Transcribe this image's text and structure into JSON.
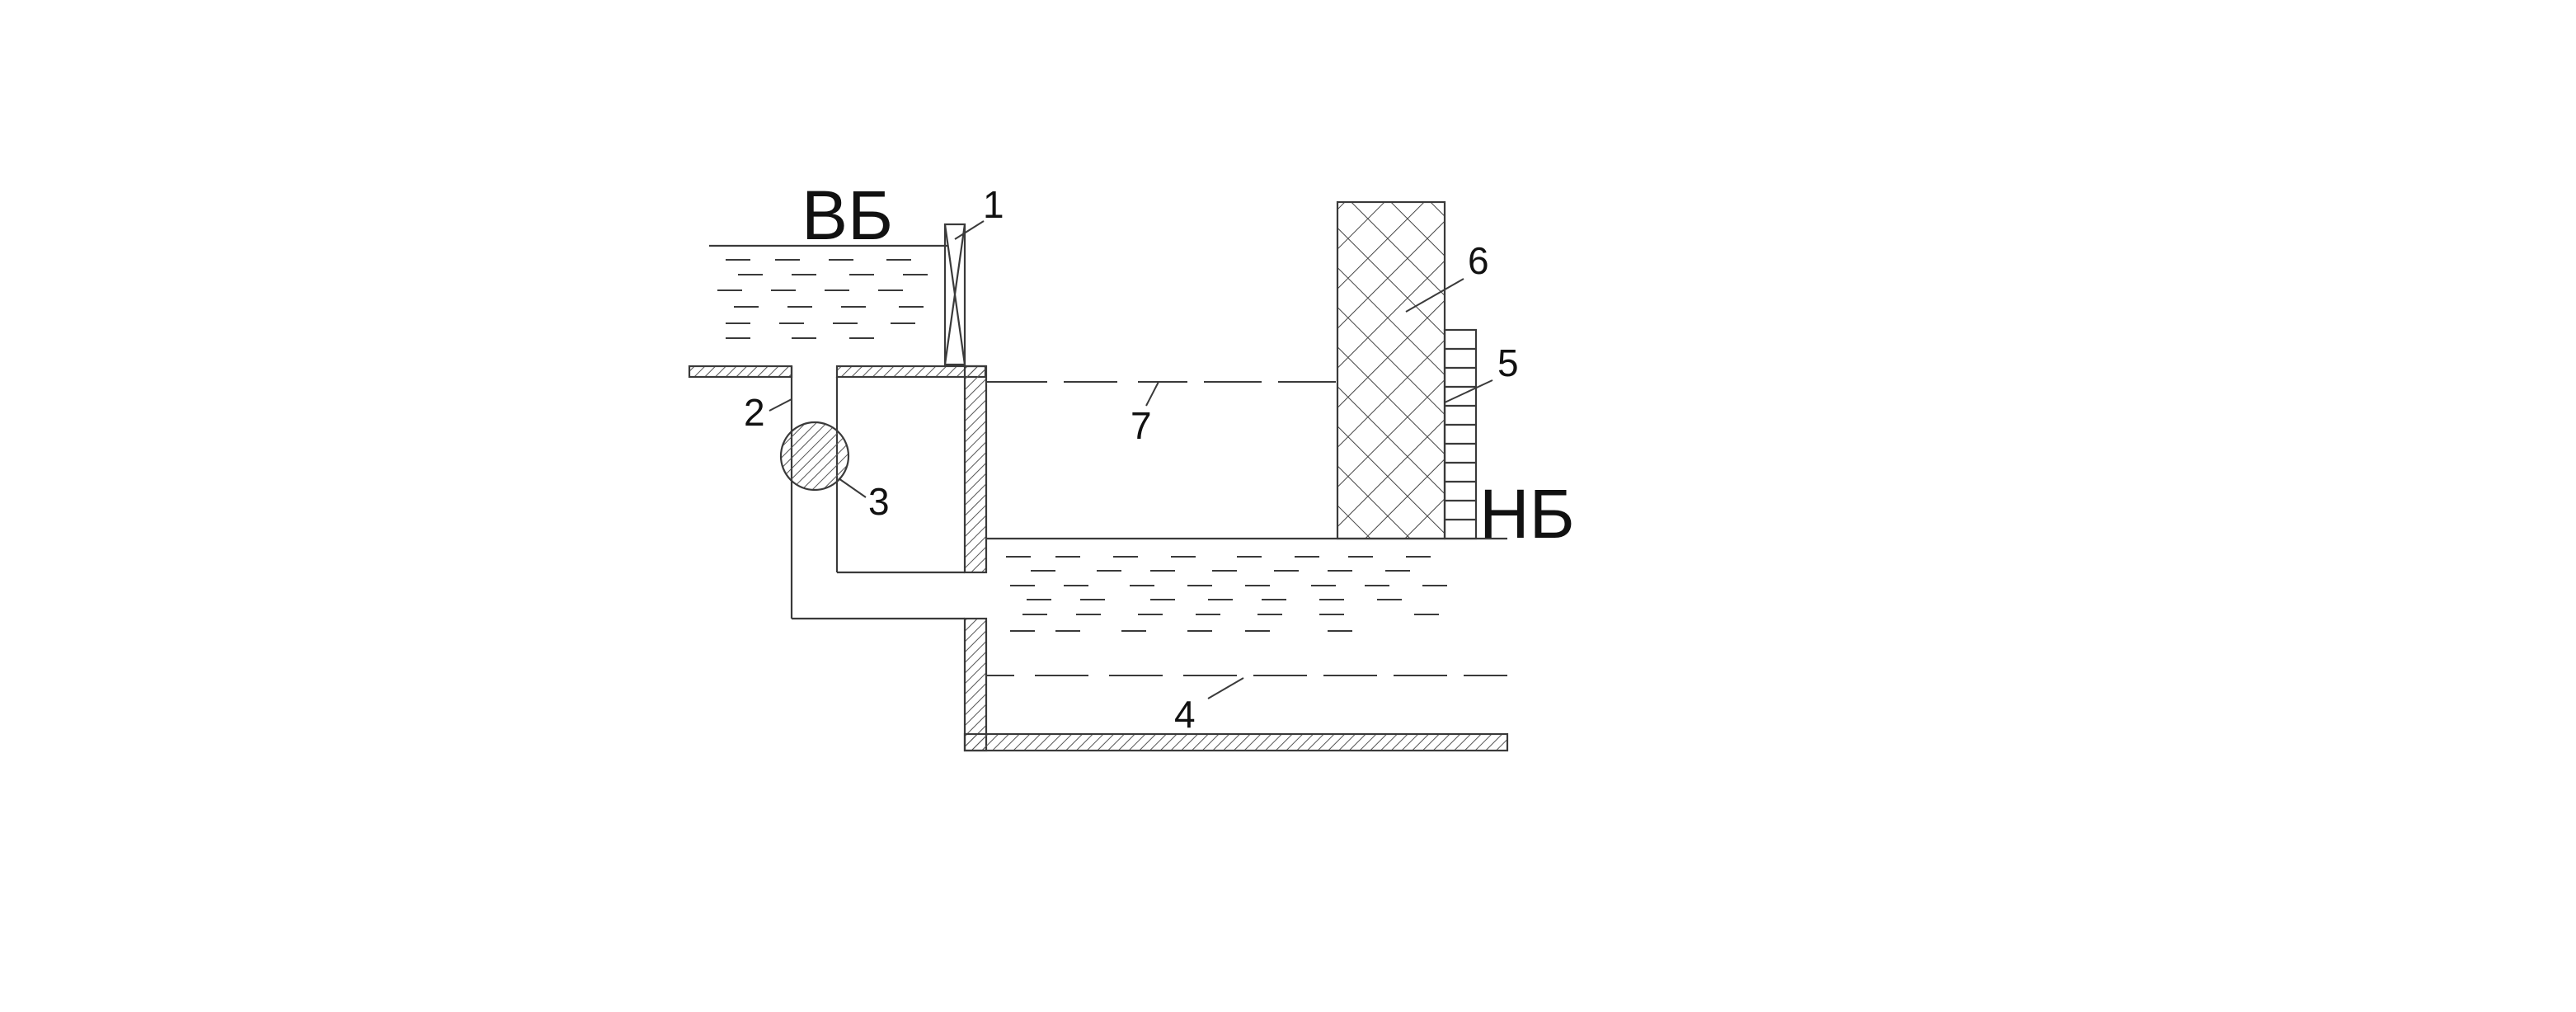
{
  "labels": {
    "upper_pool": "ВБ",
    "lower_pool": "НБ",
    "callouts": [
      "1",
      "2",
      "3",
      "4",
      "5",
      "6",
      "7"
    ]
  },
  "colors": {
    "line": "#3a3a3a",
    "hatch": "#555555",
    "background": "#ffffff"
  }
}
